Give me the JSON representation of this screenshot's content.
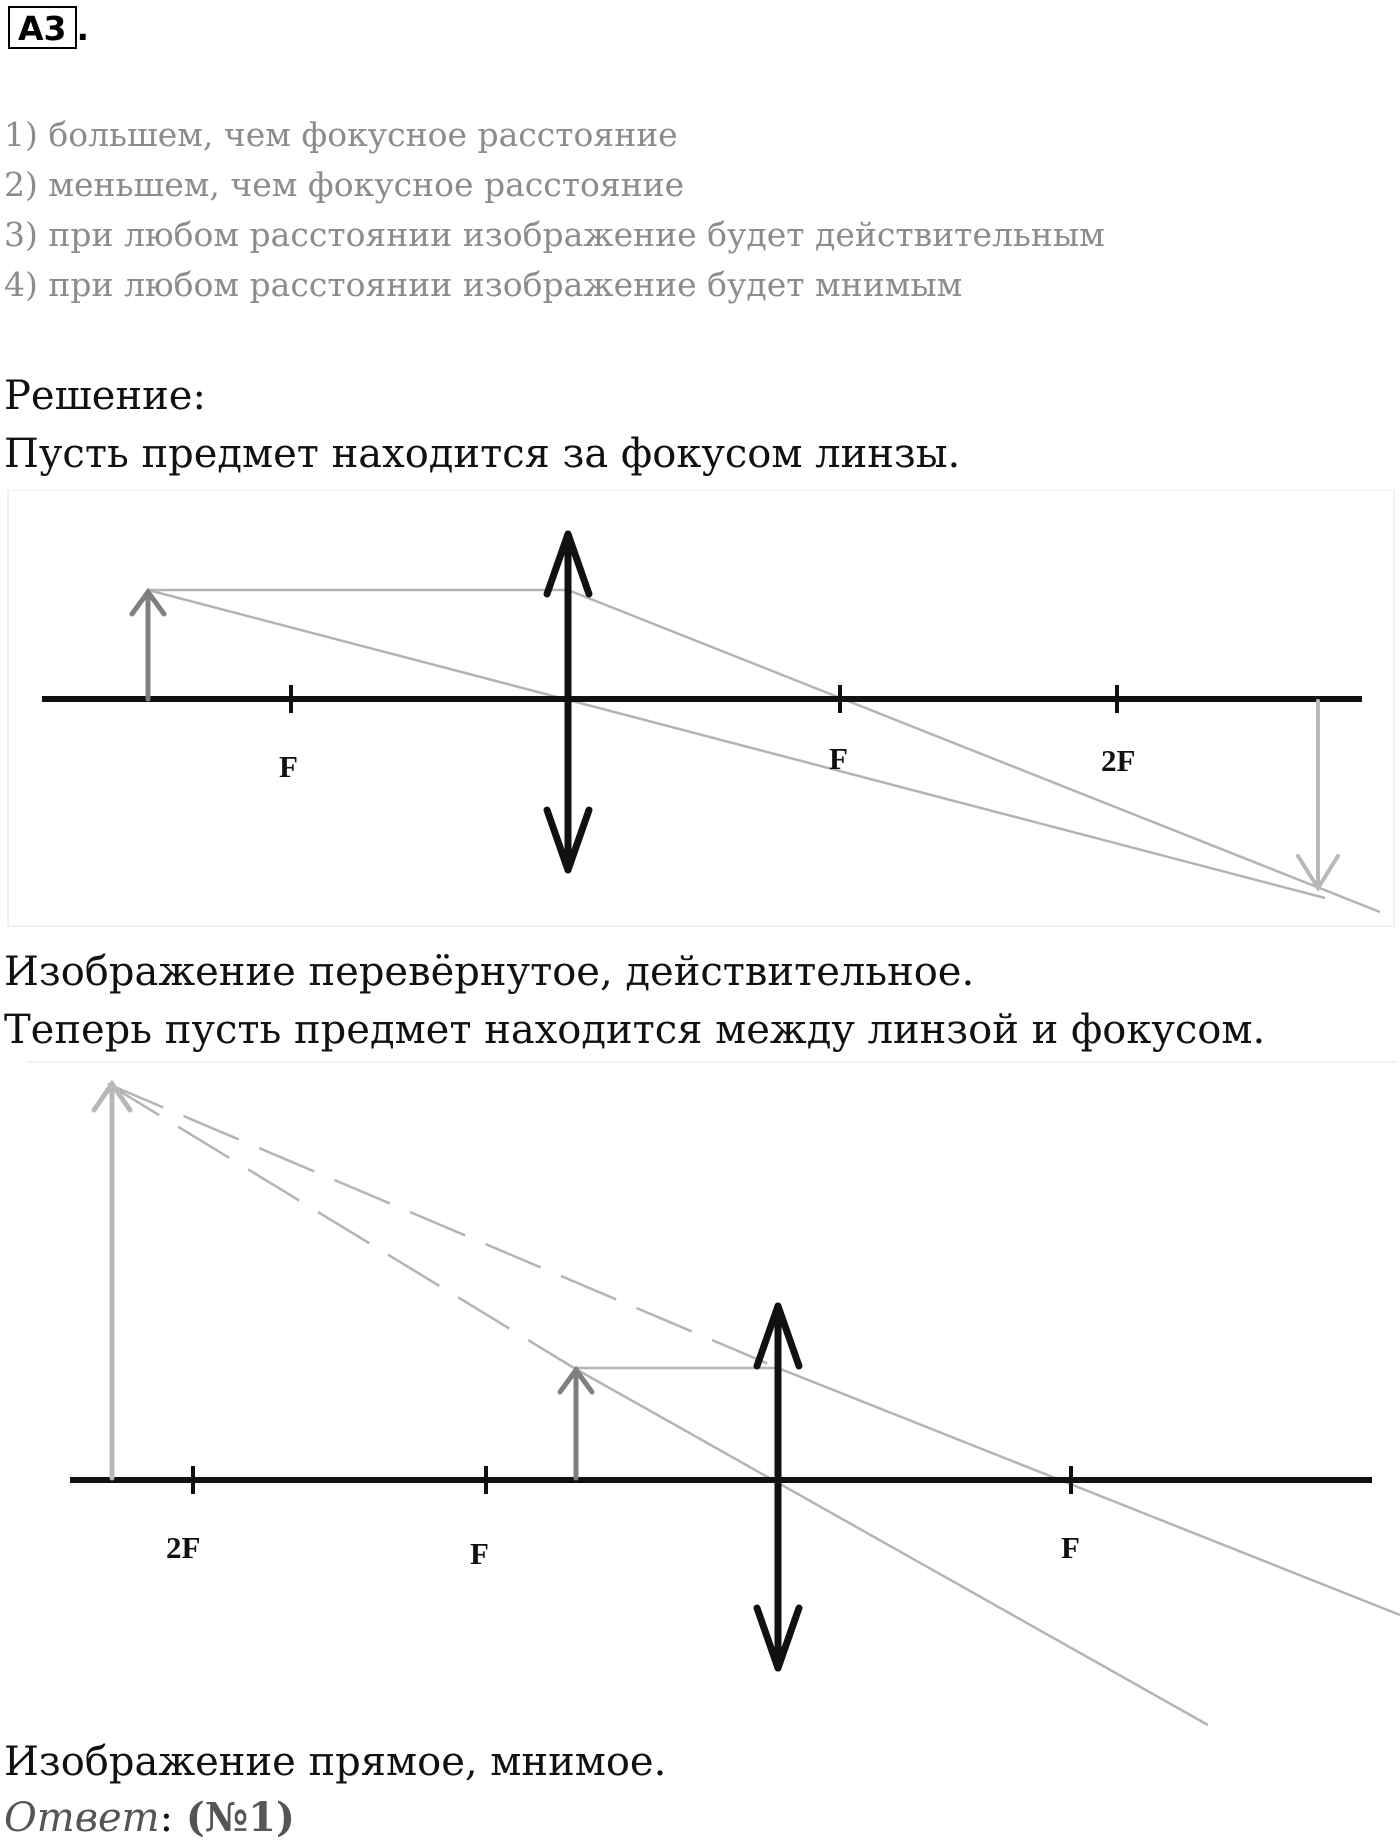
{
  "task": {
    "label": "А3",
    "suffix": "."
  },
  "options": [
    "1) большем, чем фокусное расстояние",
    "2) меньшем, чем фокусное расстояние",
    "3) при любом расстоянии изображение будет действительным",
    "4) при любом расстоянии изображение будет мнимым"
  ],
  "solution": {
    "heading": "Решение:",
    "case1_text": "Пусть предмет находится за фокусом линзы.",
    "case1_result": "Изображение перевёрнутое, действительное.",
    "case2_text": "Теперь пусть предмет находится между линзой и фокусом.",
    "case2_result": "Изображение прямое, мнимое."
  },
  "figure1": {
    "labels": {
      "f_left": "F",
      "f_right": "F",
      "two_f_right": "2F"
    }
  },
  "figure2": {
    "labels": {
      "two_f_left": "2F",
      "f_left": "F",
      "f_right": "F"
    }
  },
  "answer": {
    "label": "Ответ",
    "colon": ":",
    "value": "(№1)"
  },
  "colors": {
    "axis": "#111111",
    "ray": "#b4b4b4",
    "object": "#7f7f7f",
    "image": "#b8b8b8",
    "options_text": "#8c8c8c"
  }
}
